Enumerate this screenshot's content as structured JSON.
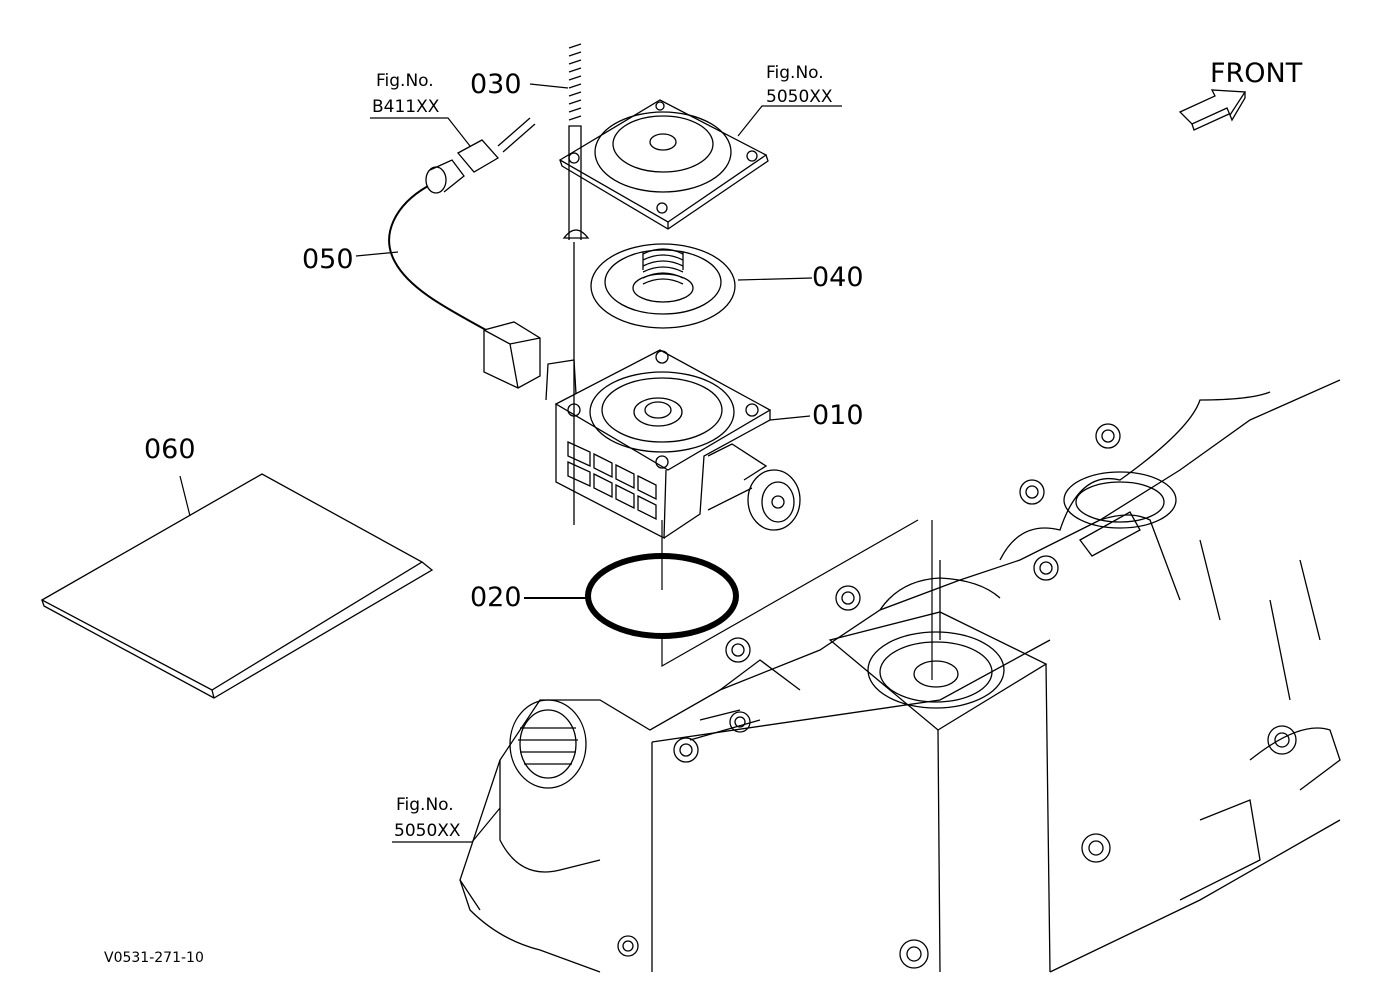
{
  "drawing_code": "V0531-271-10",
  "front_label": "FRONT",
  "parts": [
    {
      "no": "010"
    },
    {
      "no": "020"
    },
    {
      "no": "030"
    },
    {
      "no": "040"
    },
    {
      "no": "050"
    },
    {
      "no": "060"
    }
  ],
  "fig_refs": [
    {
      "title": "Fig.No.",
      "ref": "B411XX"
    },
    {
      "title": "Fig.No.",
      "ref": "5050XX"
    },
    {
      "title": "Fig.No.",
      "ref": "5050XX"
    }
  ]
}
